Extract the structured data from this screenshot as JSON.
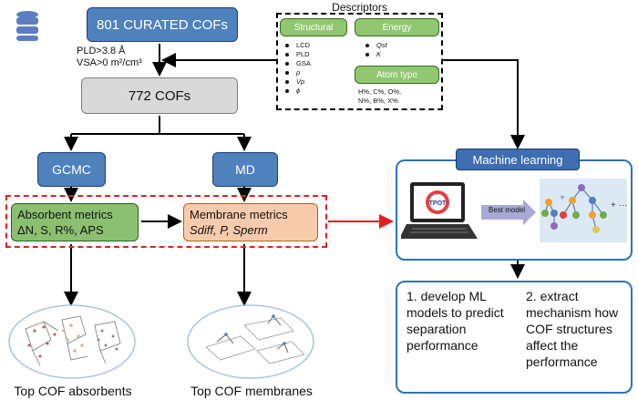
{
  "cofs_801": "801 CURATED COFs",
  "filter": [
    "PLD>3.8 Å",
    "VSA>0 m²/cm³"
  ],
  "cofs_772": "772 COFs",
  "gcmc": "GCMC",
  "md": "MD",
  "absorbent": {
    "title": "Absorbent metrics",
    "items": "ΔN, S, R%, APS"
  },
  "membrane": {
    "title": "Membrane metrics",
    "items": "Sdiff, P, Sperm"
  },
  "descriptors": {
    "title": "Descriptors",
    "structural": {
      "label": "Structural",
      "items": [
        "LCD",
        "PLD",
        "GSA",
        "ρ",
        "Vp",
        "ϕ"
      ]
    },
    "energy": {
      "label": "Energy",
      "items": [
        "Qst",
        "K"
      ]
    },
    "atom_type": {
      "label": "Atom type",
      "line1": "H%, C%, O%,",
      "line2": "N%, B%, X%"
    }
  },
  "ml": {
    "title": "Machine learning",
    "best_model": "Best model",
    "laptop_logo": "TPOT"
  },
  "outcome1": "1. develop ML models to predict separation performance",
  "outcome2": "2. extract mechanism how COF structures affect the performance",
  "top_absorbents": "Top COF absorbents",
  "top_membranes": "Top COF membranes",
  "colors": {
    "blue": "#4f81bd",
    "light_blue": "#bdd7ee",
    "green": "#90c770",
    "orange": "#f8cbad",
    "red": "#e02020"
  }
}
